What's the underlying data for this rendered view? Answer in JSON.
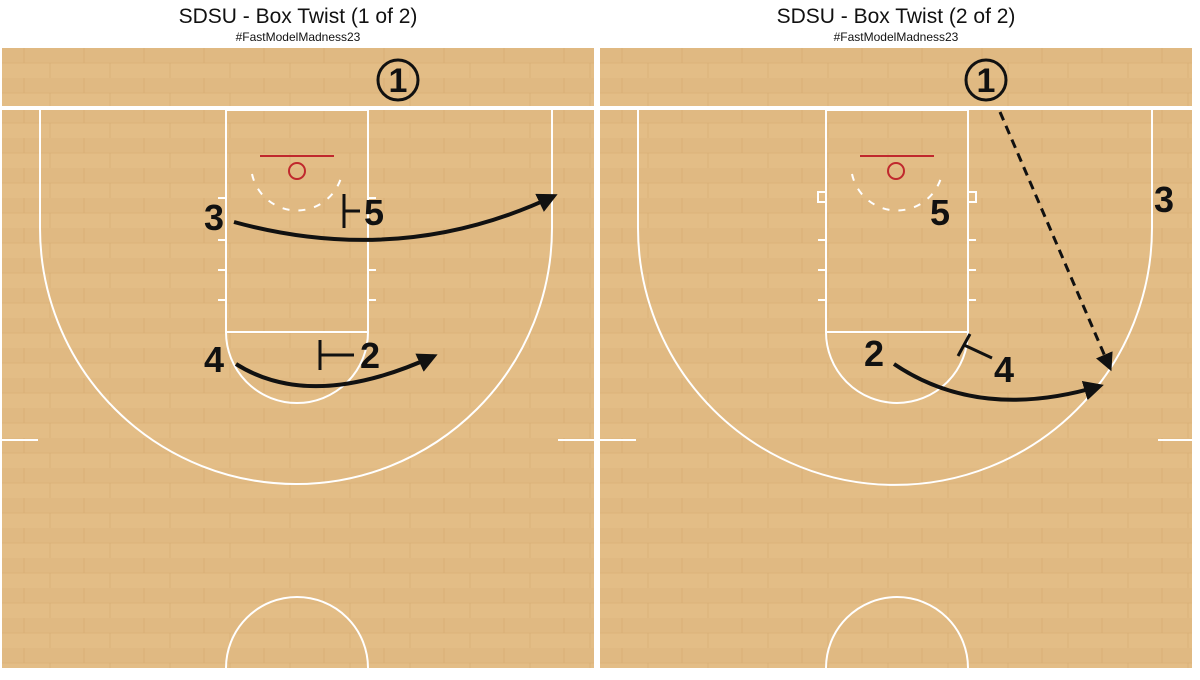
{
  "colors": {
    "wood": "#e3bd86",
    "wood_dark": "#d7ad73",
    "lines": "#ffffff",
    "rim": "#c0282d",
    "ink": "#111111"
  },
  "panels": [
    {
      "title": "SDSU - Box Twist (1 of 2)",
      "hashtag": "#FastModelMadness23",
      "ball_handler": "1",
      "players": {
        "p3": "3",
        "p5": "5",
        "p4": "4",
        "p2": "2"
      }
    },
    {
      "title": "SDSU - Box Twist (2 of 2)",
      "hashtag": "#FastModelMadness23",
      "ball_handler": "1",
      "players": {
        "p3": "3",
        "p5": "5",
        "p4": "4",
        "p2": "2"
      }
    }
  ]
}
